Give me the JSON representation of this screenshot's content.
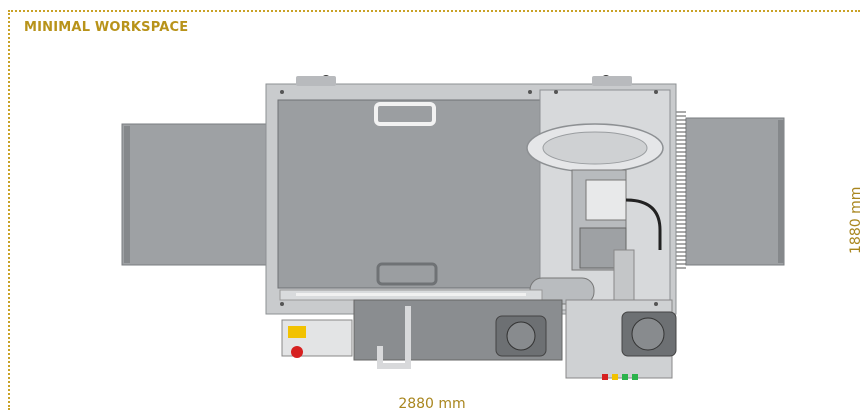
{
  "title": "MINIMAL WORKSPACE",
  "dimensions": {
    "width": "2880 mm",
    "height": "1880 mm"
  },
  "colors": {
    "accent": "#c9a227"
  },
  "icons": {
    "machine": "industrial-machine-top-view",
    "fan": "blower-fan-icon",
    "motor": "motor-icon"
  }
}
